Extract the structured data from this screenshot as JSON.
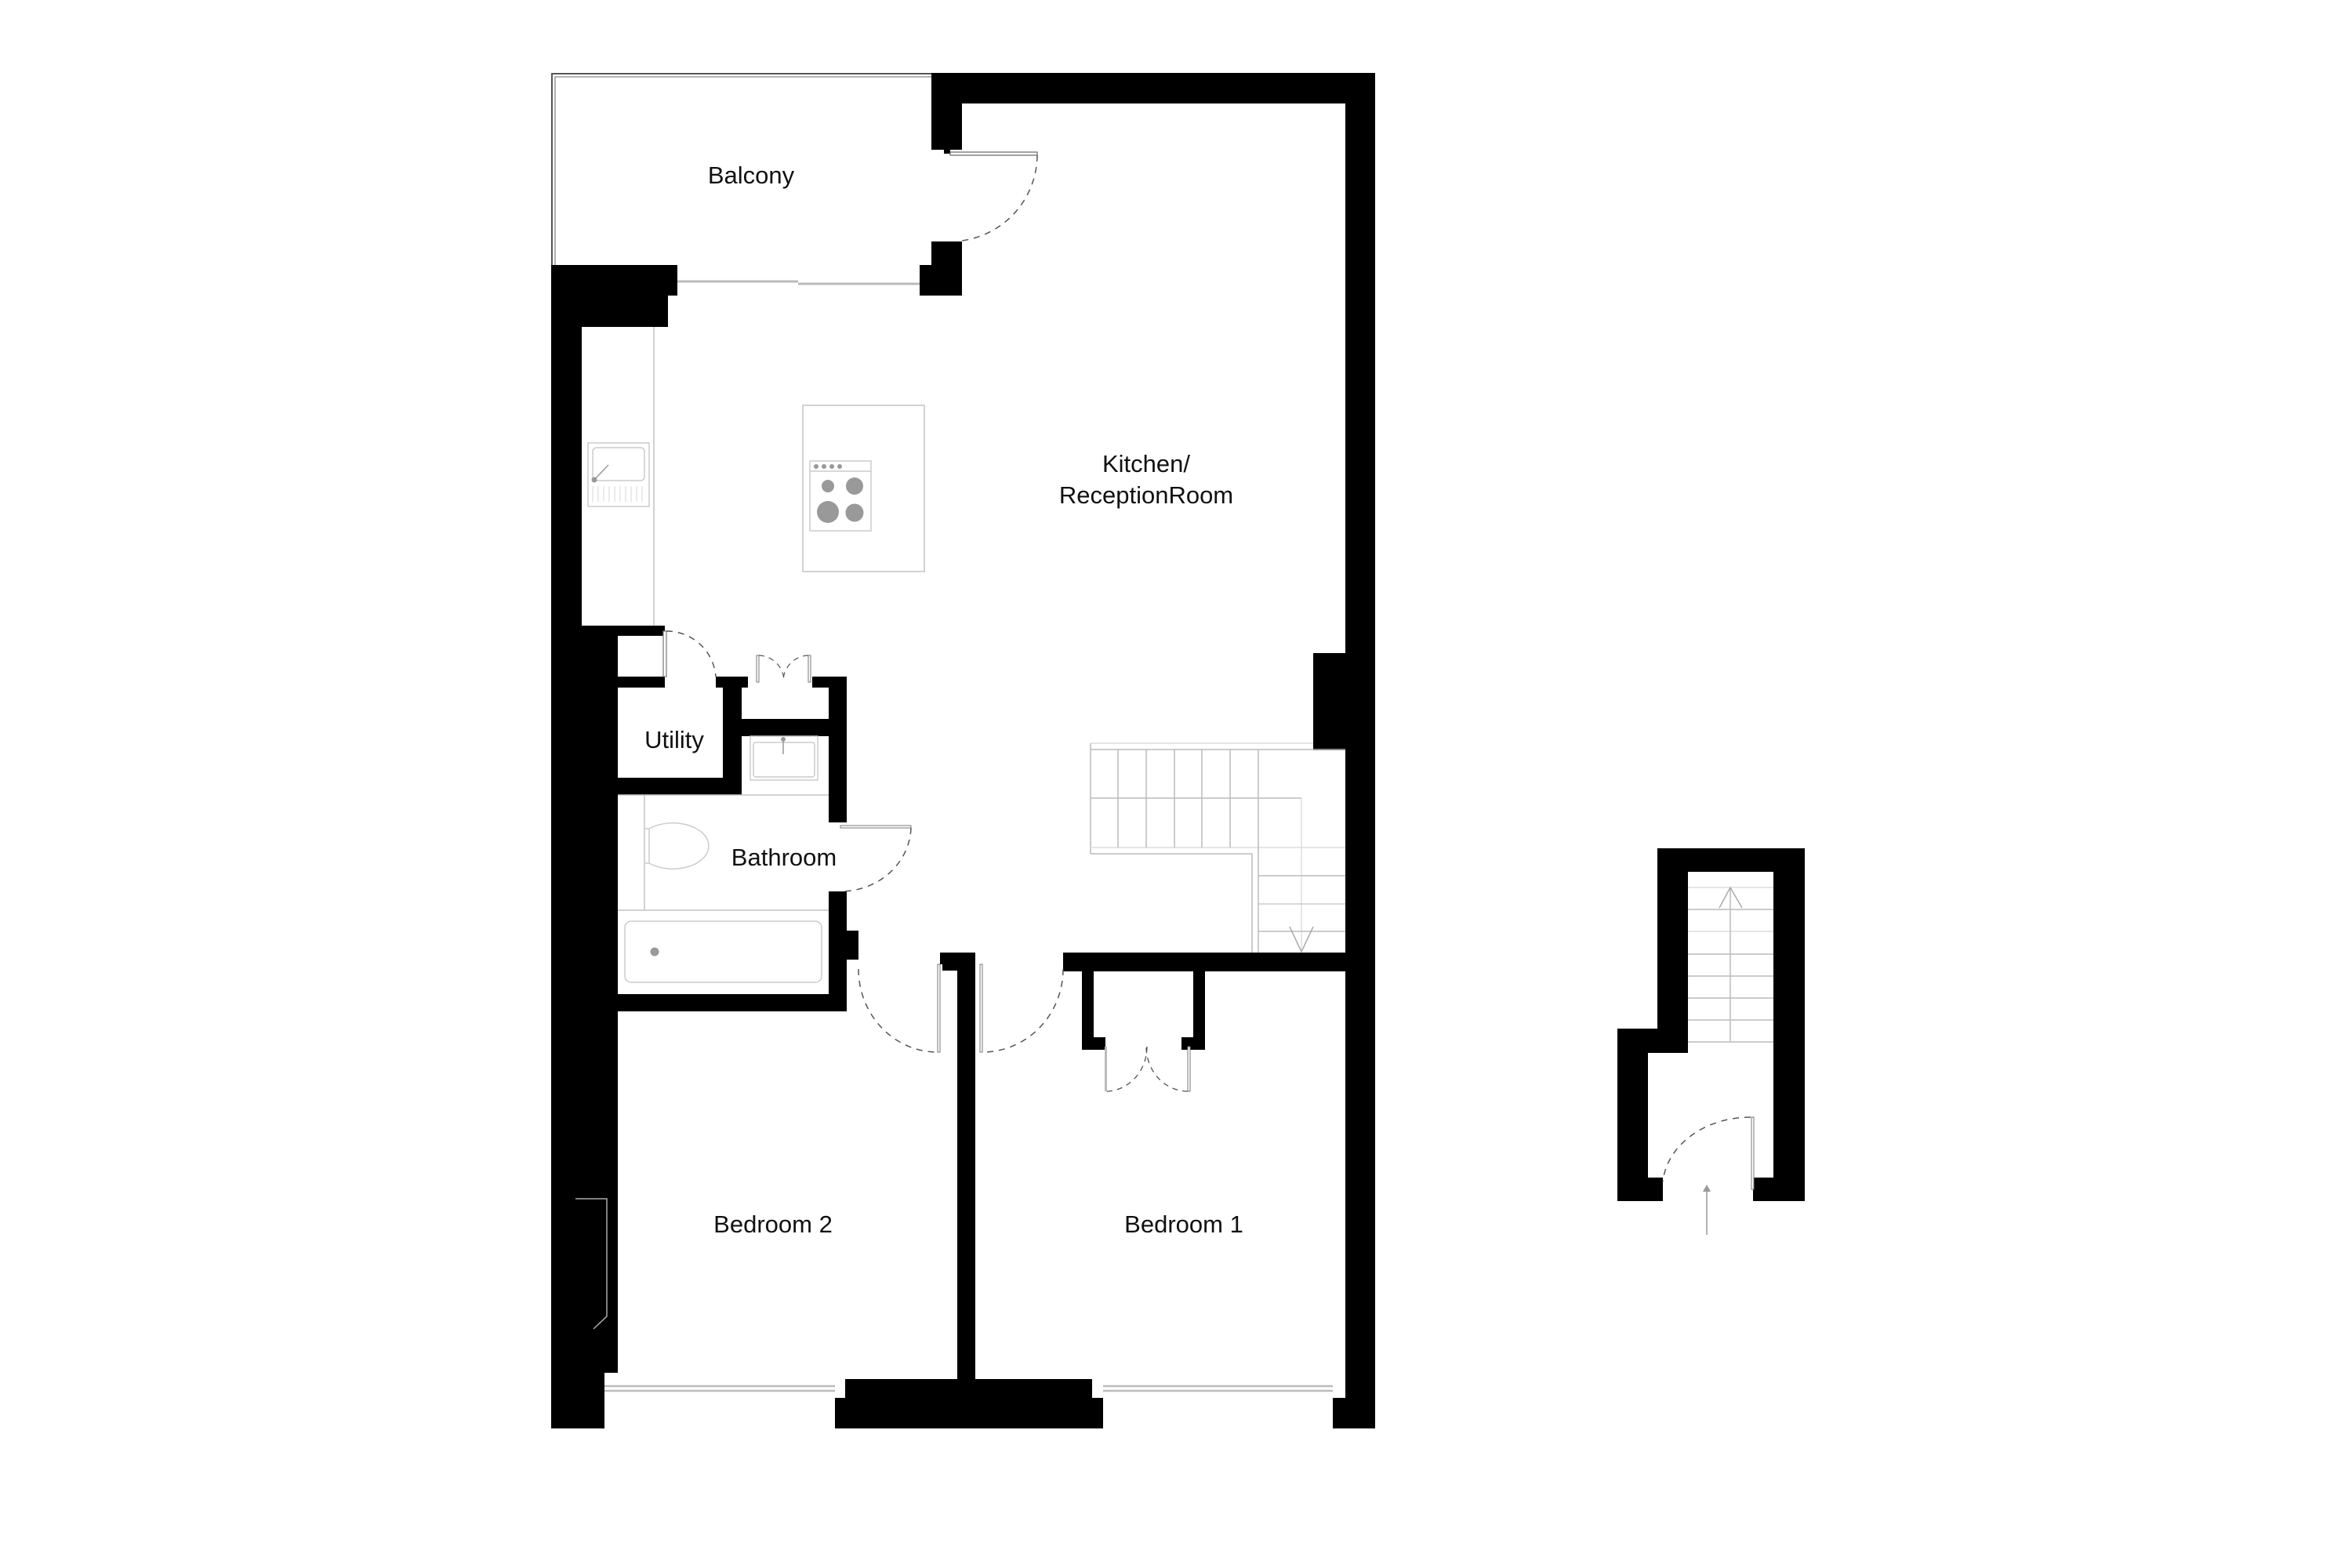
{
  "floorplan": {
    "colors": {
      "wall": "#000000",
      "fixture_line": "#c4c4c4",
      "fixture_fill": "#9a9a9a",
      "door_swing": "#555555",
      "background": "#ffffff"
    },
    "rooms": {
      "balcony": {
        "label": "Balcony"
      },
      "kitchen_reception": {
        "label_line1": "Kitchen/",
        "label_line2": "ReceptionRoom"
      },
      "utility": {
        "label": "Utility"
      },
      "bathroom": {
        "label": "Bathroom"
      },
      "bedroom_2": {
        "label": "Bedroom 2"
      },
      "bedroom_1": {
        "label": "Bedroom 1"
      }
    },
    "fixtures": [
      "kitchen-sink",
      "hob",
      "kitchen-island",
      "basin",
      "toilet",
      "bath",
      "staircase-down",
      "staircase-up",
      "wardrobe"
    ],
    "annotations": {
      "stair_main_direction": "down",
      "stair_entrance_direction": "up",
      "entrance_arrow": "entry"
    }
  }
}
